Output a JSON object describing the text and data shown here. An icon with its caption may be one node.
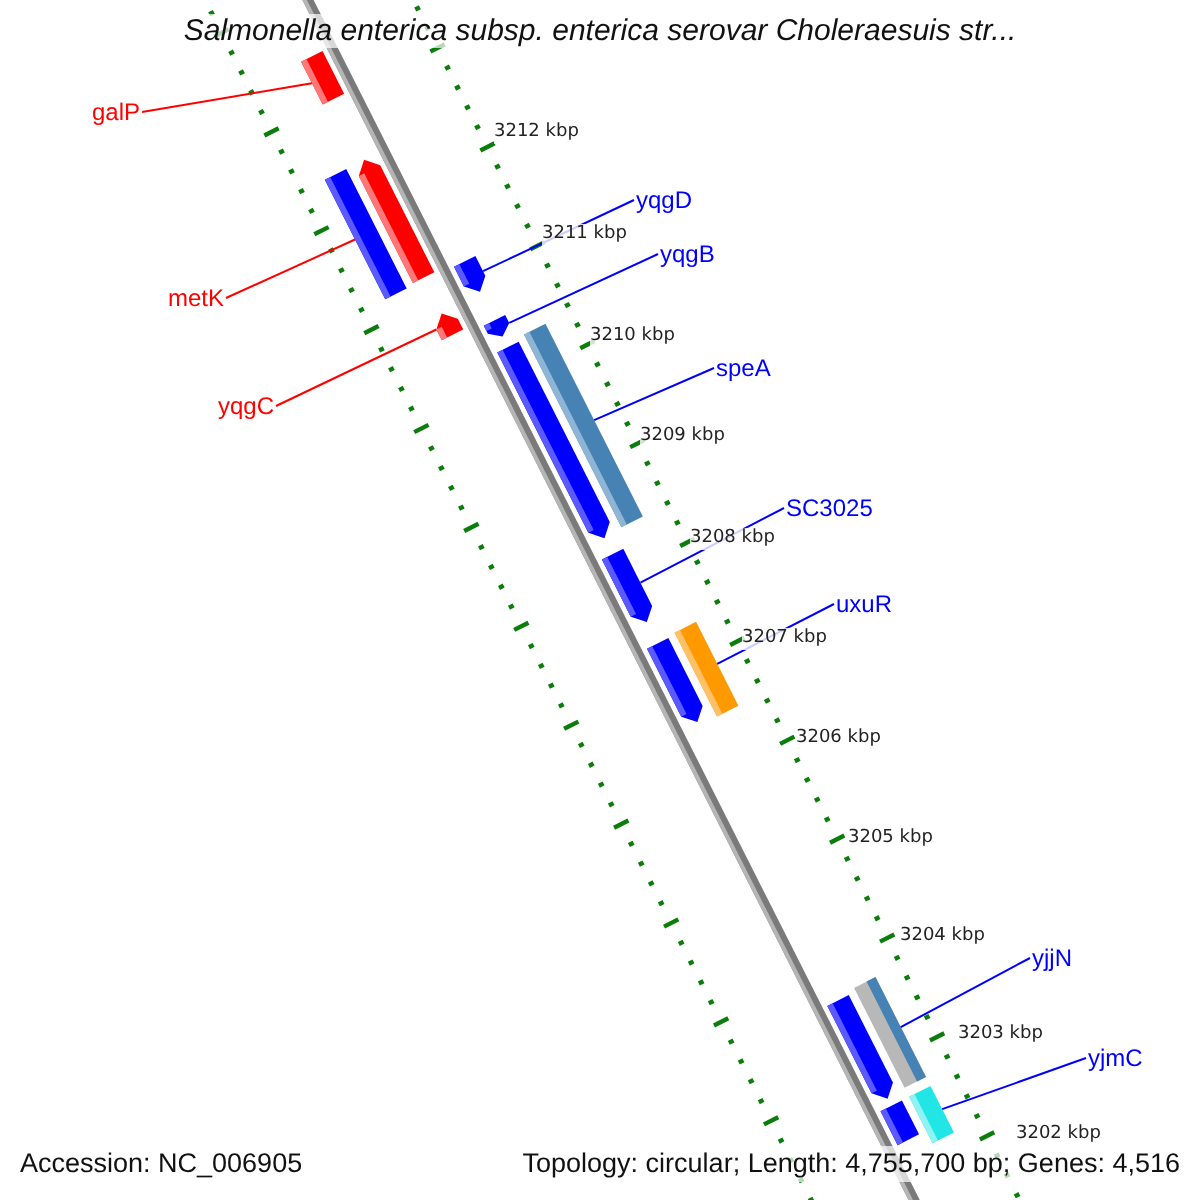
{
  "diagram": {
    "title": "Salmonella enterica subsp. enterica serovar Choleraesuis str...",
    "nodes": [
      {
        "text": [
          "galP"
        ]
      },
      {
        "text": [
          "yqgD"
        ]
      },
      {
        "text": [
          "yqgB"
        ]
      },
      {
        "text": [
          "metK"
        ]
      },
      {
        "text": [
          "speA"
        ]
      },
      {
        "text": [
          "yqgC"
        ]
      },
      {
        "text": [
          "SC3025"
        ]
      },
      {
        "text": [
          "uxuR"
        ]
      },
      {
        "text": [
          "yjjN"
        ]
      },
      {
        "text": [
          "yjmC"
        ]
      },
      {
        "text": [],
        "shape": "bar"
      },
      {
        "text": [],
        "shape": "bar"
      },
      {
        "text": [],
        "shape": "bar"
      },
      {
        "text": [],
        "shape": "bar"
      },
      {
        "text": [],
        "shape": "bar"
      },
      {
        "text": [],
        "shape": "bar"
      },
      {
        "text": [],
        "shape": "bar"
      },
      {
        "text": [],
        "shape": "bar"
      },
      {
        "text": [],
        "shape": "bar"
      },
      {
        "text": [],
        "shape": "bar"
      },
      {
        "text": [],
        "shape": "bar"
      },
      {
        "text": [],
        "shape": "bar"
      },
      {
        "text": [],
        "shape": "bar"
      },
      {
        "text": [],
        "shape": "bar"
      },
      {
        "text": [],
        "shape": "bar"
      }
    ],
    "edges": [
      {
        "from": 0,
        "to": 10,
        "arrow": "none",
        "color": "#ff0000"
      },
      {
        "from": 1,
        "to": 14,
        "arrow": "none"
      },
      {
        "from": 2,
        "to": 15,
        "arrow": "none"
      },
      {
        "from": 3,
        "to": 11,
        "arrow": "none",
        "color": "#ff0000"
      },
      {
        "from": 4,
        "to": 17,
        "arrow": "none"
      },
      {
        "from": 5,
        "to": 13,
        "arrow": "none",
        "color": "#ff0000"
      },
      {
        "from": 6,
        "to": 18,
        "arrow": "none"
      },
      {
        "from": 7,
        "to": 20,
        "arrow": "none"
      },
      {
        "from": 8,
        "to": 22,
        "arrow": "none"
      },
      {
        "from": 9,
        "to": 23,
        "arrow": "none"
      }
    ],
    "labels": [
      "3212 kbp",
      "3211 kbp",
      "3210 kbp",
      "3209 kbp",
      "3208 kbp",
      "3207 kbp",
      "3206 kbp",
      "3205 kbp",
      "3204 kbp",
      "3203 kbp",
      "3202 kbp",
      "Accession: NC_006905",
      "Topology: circular; Length: 4,755,700 bp; Genes: 4,516"
    ]
  }
}
